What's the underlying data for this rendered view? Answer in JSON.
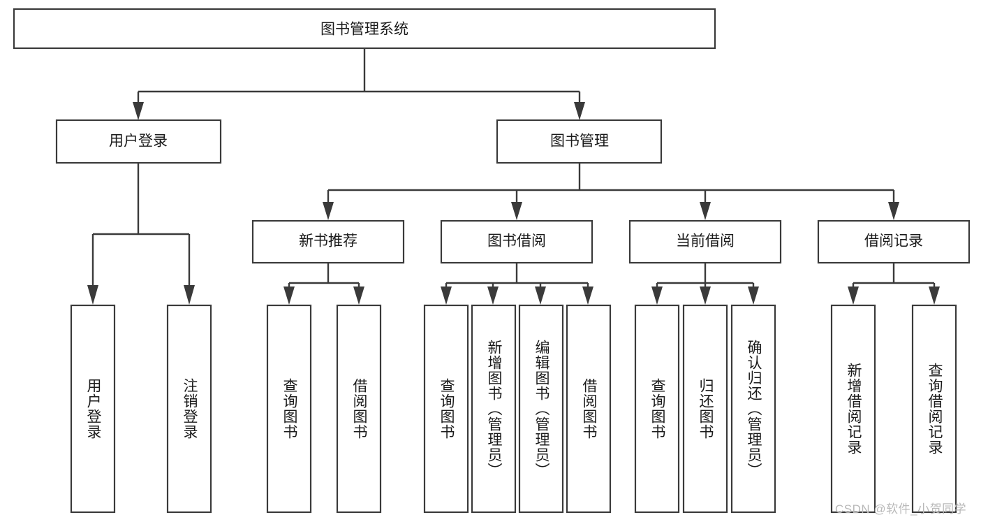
{
  "diagram": {
    "type": "tree-hierarchy",
    "title": "图书管理系统",
    "root": {
      "label": "图书管理系统"
    },
    "level2": [
      {
        "id": "user-login",
        "label": "用户登录"
      },
      {
        "id": "book-manage",
        "label": "图书管理"
      }
    ],
    "level3": [
      {
        "id": "new-book-recommend",
        "label": "新书推荐",
        "parent": "book-manage"
      },
      {
        "id": "book-borrow",
        "label": "图书借阅",
        "parent": "book-manage"
      },
      {
        "id": "current-borrow",
        "label": "当前借阅",
        "parent": "book-manage"
      },
      {
        "id": "borrow-record",
        "label": "借阅记录",
        "parent": "book-manage"
      }
    ],
    "leaves": [
      {
        "id": "leaf-user-login",
        "label": "用户登录",
        "parent": "user-login"
      },
      {
        "id": "leaf-logout",
        "label": "注销登录",
        "parent": "user-login"
      },
      {
        "id": "leaf-query-book-1",
        "label": "查询图书",
        "parent": "new-book-recommend"
      },
      {
        "id": "leaf-borrow-book-1",
        "label": "借阅图书",
        "parent": "new-book-recommend"
      },
      {
        "id": "leaf-query-book-2",
        "label": "查询图书",
        "parent": "book-borrow"
      },
      {
        "id": "leaf-add-book",
        "label": "新增图书（管理员）",
        "parent": "book-borrow"
      },
      {
        "id": "leaf-edit-book",
        "label": "编辑图书（管理员）",
        "parent": "book-borrow"
      },
      {
        "id": "leaf-borrow-book-2",
        "label": "借阅图书",
        "parent": "book-borrow"
      },
      {
        "id": "leaf-query-book-3",
        "label": "查询图书",
        "parent": "current-borrow"
      },
      {
        "id": "leaf-return-book",
        "label": "归还图书",
        "parent": "current-borrow"
      },
      {
        "id": "leaf-confirm-return",
        "label": "确认归还（管理员）",
        "parent": "current-borrow"
      },
      {
        "id": "leaf-add-record",
        "label": "新增借阅记录",
        "parent": "borrow-record"
      },
      {
        "id": "leaf-query-record",
        "label": "查询借阅记录",
        "parent": "borrow-record"
      }
    ],
    "colors": {
      "box_stroke": "#3a3a3a",
      "box_fill": "#ffffff",
      "text": "#1b1b1b",
      "connector": "#3a3a3a",
      "watermark": "#b9b9b9",
      "background": "#ffffff"
    }
  },
  "watermark": {
    "text": "CSDN @软件_小贺同学"
  }
}
